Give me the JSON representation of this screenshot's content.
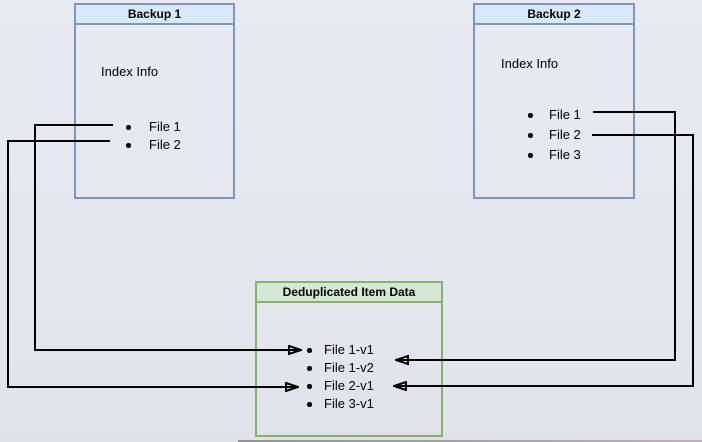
{
  "diagram": {
    "backup1": {
      "title": "Backup 1",
      "subtitle": "Index Info",
      "files": [
        "File 1",
        "File 2"
      ]
    },
    "backup2": {
      "title": "Backup 2",
      "subtitle": "Index Info",
      "files": [
        "File 1",
        "File 2",
        "File 3"
      ]
    },
    "dedup": {
      "title": "Deduplicated Item Data",
      "items": [
        "File 1-v1",
        "File 1-v2",
        "File 2-v1",
        "File 3-v1"
      ]
    },
    "connections": [
      {
        "from": "Backup 1 / File 1",
        "to": "Deduplicated Item Data / File 1-v1"
      },
      {
        "from": "Backup 1 / File 2",
        "to": "Deduplicated Item Data / File 2-v1"
      },
      {
        "from": "Backup 2 / File 1",
        "to": "Deduplicated Item Data / File 1-v2"
      },
      {
        "from": "Backup 2 / File 2",
        "to": "Deduplicated Item Data / File 2-v1"
      }
    ],
    "colors": {
      "blue_fill": "#dae8fc",
      "blue_stroke": "#7b96c4",
      "green_fill": "#d5e8d4",
      "green_stroke": "#82b366",
      "arrow": "#000000",
      "background": "#e6e6ee"
    }
  }
}
